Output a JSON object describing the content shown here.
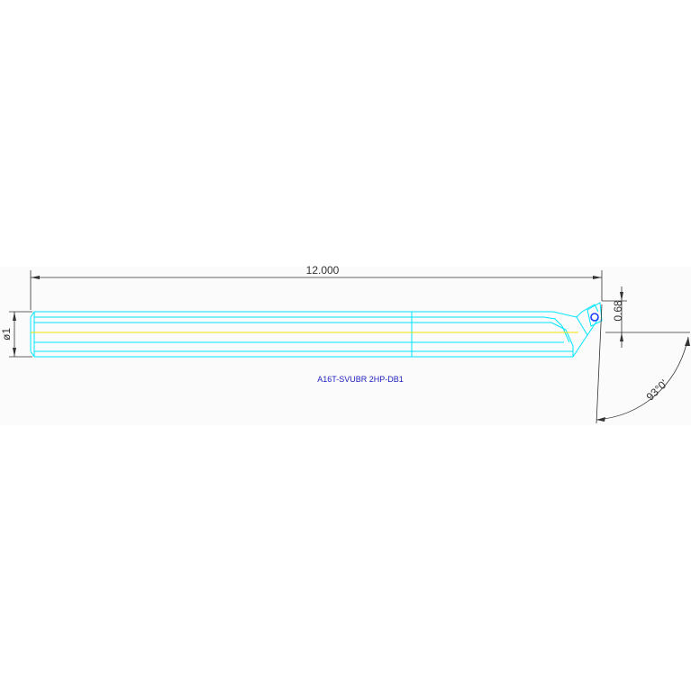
{
  "drawing": {
    "part_number": "A16T-SVUBR 2HP-DB1",
    "dimensions": {
      "overall_length": "12.000",
      "diameter": "ø1",
      "offset": "0.68",
      "angle": "93°0'"
    },
    "colors": {
      "background": "#ffffff",
      "panel": "#fbfbfb",
      "outline": "#00e5ff",
      "centerline": "#f0e000",
      "dimension": "#333333",
      "label": "#2020c0"
    }
  }
}
